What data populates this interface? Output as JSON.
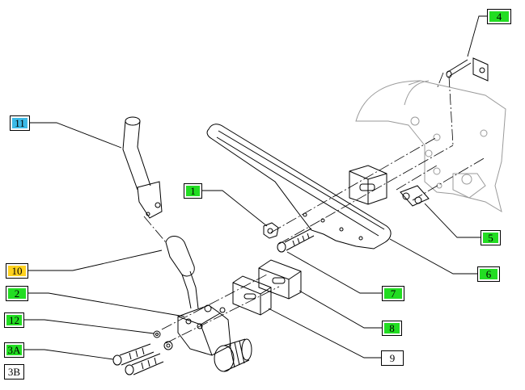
{
  "diagram": {
    "colors": {
      "green": "#22dd22",
      "cyan": "#3cb9e6",
      "yellow": "#ffd21e",
      "white": "#ffffff",
      "line": "#000000",
      "ghost": "#9a9a9a"
    },
    "callouts": [
      {
        "id": "c4",
        "label": "4",
        "color": "green"
      },
      {
        "id": "c11",
        "label": "11",
        "color": "cyan"
      },
      {
        "id": "c1",
        "label": "1",
        "color": "green"
      },
      {
        "id": "c5",
        "label": "5",
        "color": "green"
      },
      {
        "id": "c6",
        "label": "6",
        "color": "green"
      },
      {
        "id": "c10",
        "label": "10",
        "color": "yellow"
      },
      {
        "id": "c2",
        "label": "2",
        "color": "green"
      },
      {
        "id": "c7",
        "label": "7",
        "color": "green"
      },
      {
        "id": "c12",
        "label": "12",
        "color": "green"
      },
      {
        "id": "c8",
        "label": "8",
        "color": "green"
      },
      {
        "id": "c3A",
        "label": "3A",
        "color": "green"
      },
      {
        "id": "c9",
        "label": "9",
        "color": "white"
      },
      {
        "id": "c3B",
        "label": "3B",
        "color": "white"
      }
    ]
  }
}
